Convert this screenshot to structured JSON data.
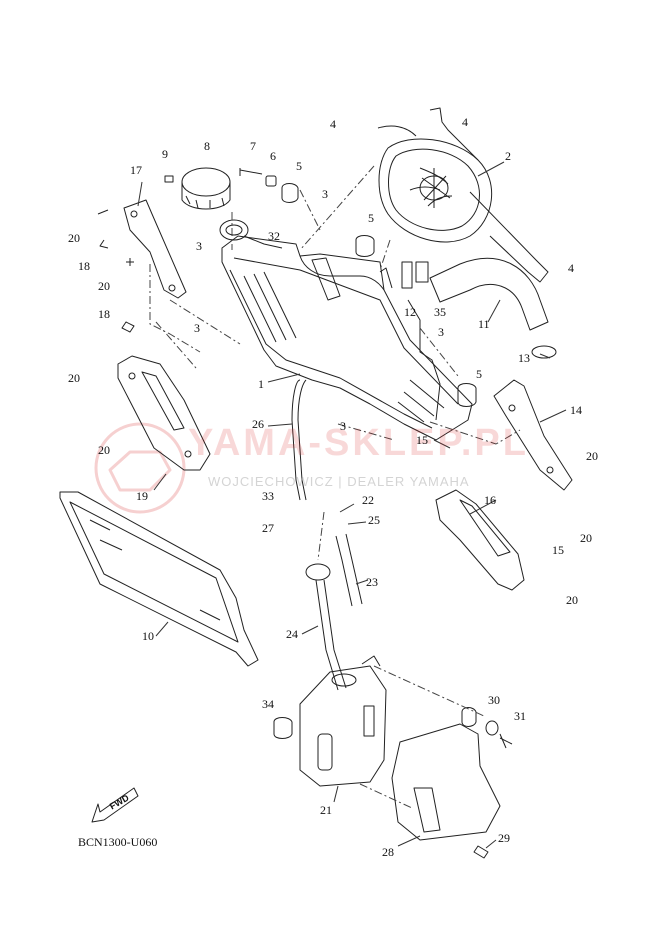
{
  "diagram": {
    "code": "BCN1300-U060",
    "fwd_label": "FWD",
    "callouts": [
      "1",
      "2",
      "3",
      "3",
      "3",
      "3",
      "3",
      "4",
      "4",
      "4",
      "5",
      "5",
      "5",
      "6",
      "7",
      "8",
      "9",
      "10",
      "11",
      "12",
      "13",
      "14",
      "15",
      "15",
      "16",
      "17",
      "18",
      "18",
      "19",
      "20",
      "20",
      "20",
      "20",
      "20",
      "20",
      "20",
      "21",
      "22",
      "23",
      "24",
      "25",
      "26",
      "27",
      "28",
      "29",
      "30",
      "31",
      "32",
      "33",
      "34",
      "35"
    ]
  },
  "watermark": {
    "title": "YAMA-SKLEP.PL",
    "subtitle": "WOJCIECHOWICZ | DEALER YAMAHA"
  }
}
